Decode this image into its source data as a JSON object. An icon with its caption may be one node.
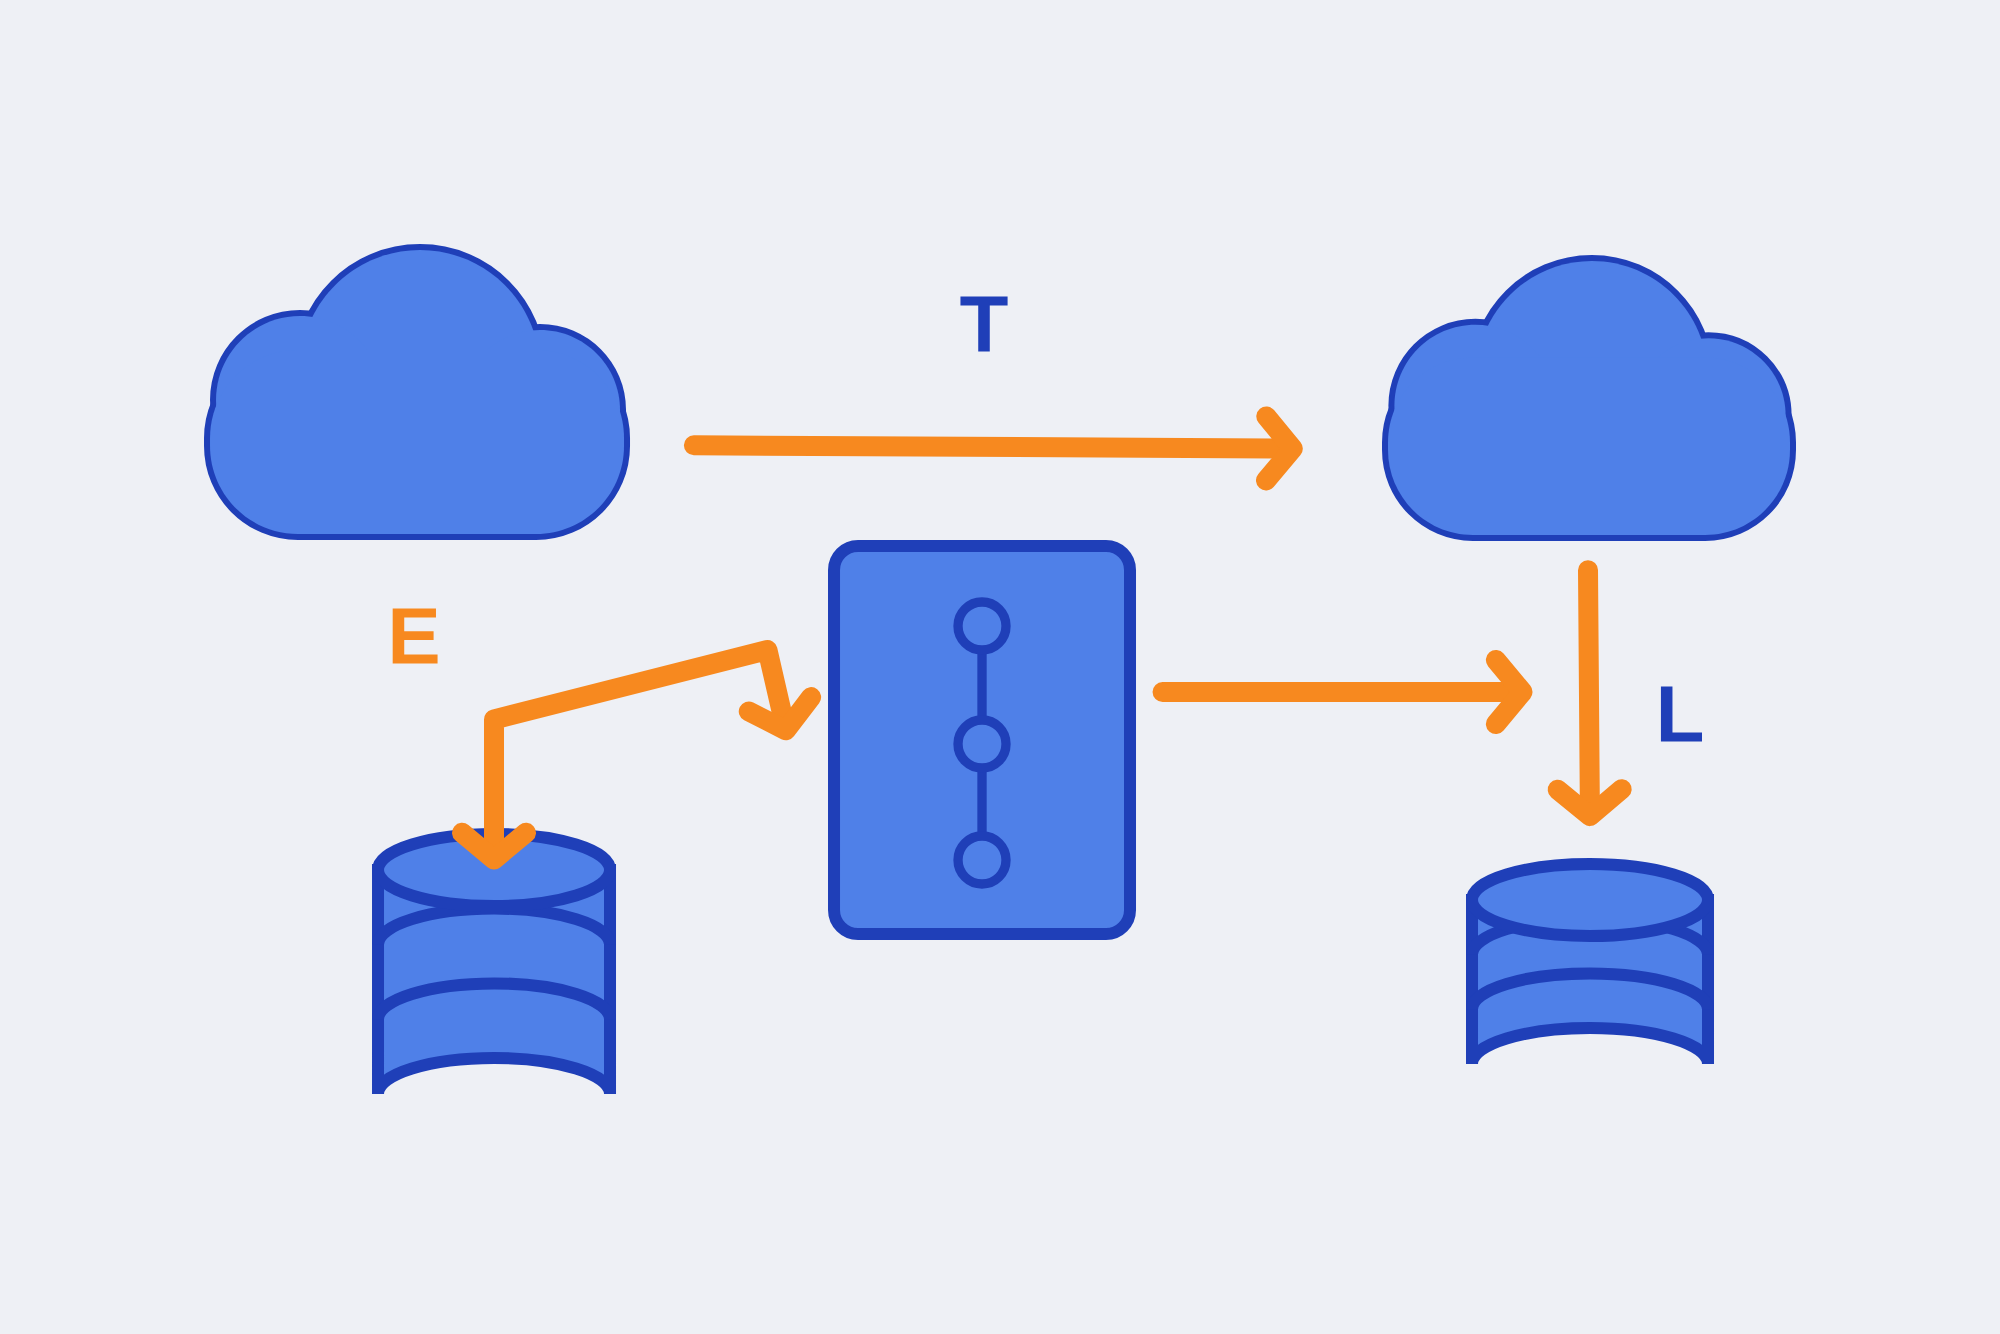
{
  "diagram": {
    "nodes": [
      {
        "text": [],
        "shape": "cloud"
      },
      {
        "text": [],
        "shape": "cloud"
      },
      {
        "text": [],
        "shape": "cylinder"
      },
      {
        "text": [],
        "shape": "box"
      },
      {
        "text": [],
        "shape": "cylinder"
      }
    ],
    "edges": [
      {
        "from": 0,
        "to": 1,
        "arrow": "to",
        "label": "T"
      },
      {
        "from": 2,
        "to": 3,
        "arrow": "both",
        "label": "E"
      },
      {
        "from": 3,
        "to": null,
        "arrow": "to"
      },
      {
        "from": 1,
        "to": 4,
        "arrow": "to",
        "label": "L"
      }
    ]
  }
}
